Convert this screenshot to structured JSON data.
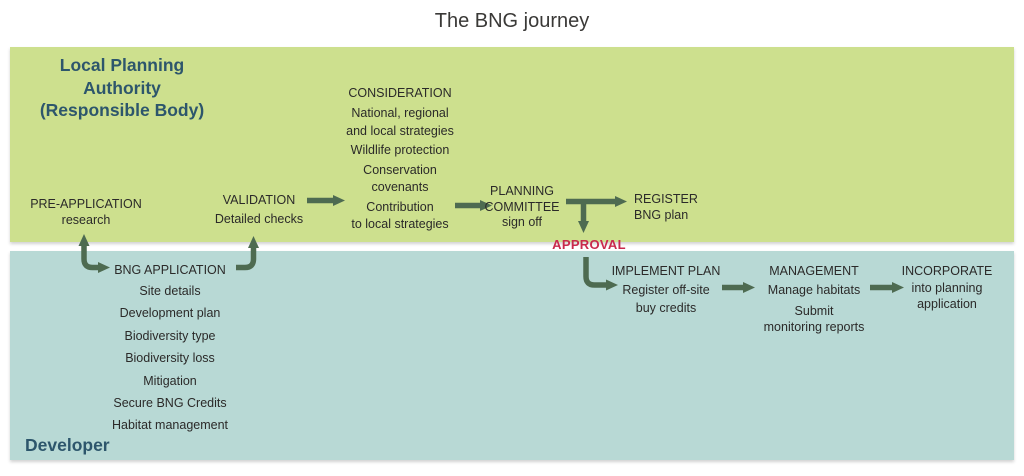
{
  "title": "The BNG journey",
  "colors": {
    "lpa_band": "#cde08e",
    "developer_band": "#b8d9d5",
    "arrow": "#4e6b51",
    "approval_red": "#c9294d",
    "lane_label": "#2d566c",
    "text": "#2b2a29"
  },
  "lanes": {
    "lpa": {
      "line1": "Local Planning Authority",
      "line2": "(Responsible Body)"
    },
    "developer": {
      "label": "Developer"
    }
  },
  "stages": {
    "pre_application": {
      "title": "PRE-APPLICATION",
      "lines": [
        "research"
      ]
    },
    "validation": {
      "title": "VALIDATION",
      "lines": [
        "Detailed checks"
      ]
    },
    "consideration": {
      "title": "CONSIDERATION",
      "lines": [
        "National, regional\nand local strategies",
        "Wildlife protection",
        "Conservation\ncovenants",
        "Contribution\nto local strategies"
      ]
    },
    "planning_committee": {
      "title": "PLANNING\nCOMMITTEE",
      "lines": [
        "sign off"
      ]
    },
    "register": {
      "title": "REGISTER",
      "lines": [
        "BNG plan"
      ]
    },
    "bng_application": {
      "title": "BNG APPLICATION",
      "lines": [
        "Site details",
        "Development plan",
        "Biodiversity type",
        "Biodiversity loss",
        "Mitigation",
        "Secure BNG Credits",
        "Habitat management"
      ]
    },
    "implement_plan": {
      "title": "IMPLEMENT PLAN",
      "lines": [
        "Register off-site\nbuy credits"
      ]
    },
    "management": {
      "title": "MANAGEMENT",
      "lines": [
        "Manage habitats",
        "Submit\nmonitoring reports"
      ]
    },
    "incorporate": {
      "title": "INCORPORATE",
      "lines": [
        "into planning\napplication"
      ]
    }
  },
  "approval_label": "APPROVAL"
}
